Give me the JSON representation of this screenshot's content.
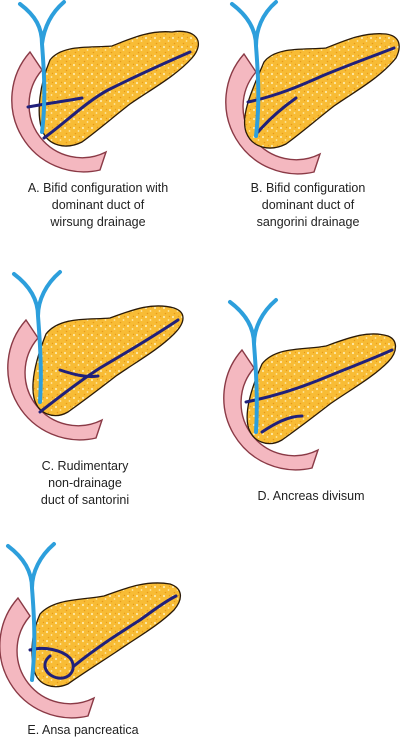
{
  "colors": {
    "duodenum_fill": "#f4b8c0",
    "duodenum_stroke": "#8a3a46",
    "pancreas_fill": "#f8bc35",
    "pancreas_speckle": "#fde9a8",
    "pancreas_stroke": "#2a1a08",
    "bile_duct": "#2d9fdc",
    "pancreatic_duct": "#20207a"
  },
  "panels": [
    {
      "id": "A",
      "lines": [
        "A. Bifid configuration with",
        "dominant duct of",
        "wirsung drainage"
      ]
    },
    {
      "id": "B",
      "lines": [
        "B. Bifid configuration",
        "dominant duct of",
        "sangorini drainage"
      ]
    },
    {
      "id": "C",
      "lines": [
        "C. Rudimentary",
        "non-drainage",
        "duct of santorini"
      ]
    },
    {
      "id": "D",
      "lines": [
        "D. Ancreas divisum"
      ]
    },
    {
      "id": "E",
      "lines": [
        "E. Ansa pancreatica"
      ]
    }
  ]
}
